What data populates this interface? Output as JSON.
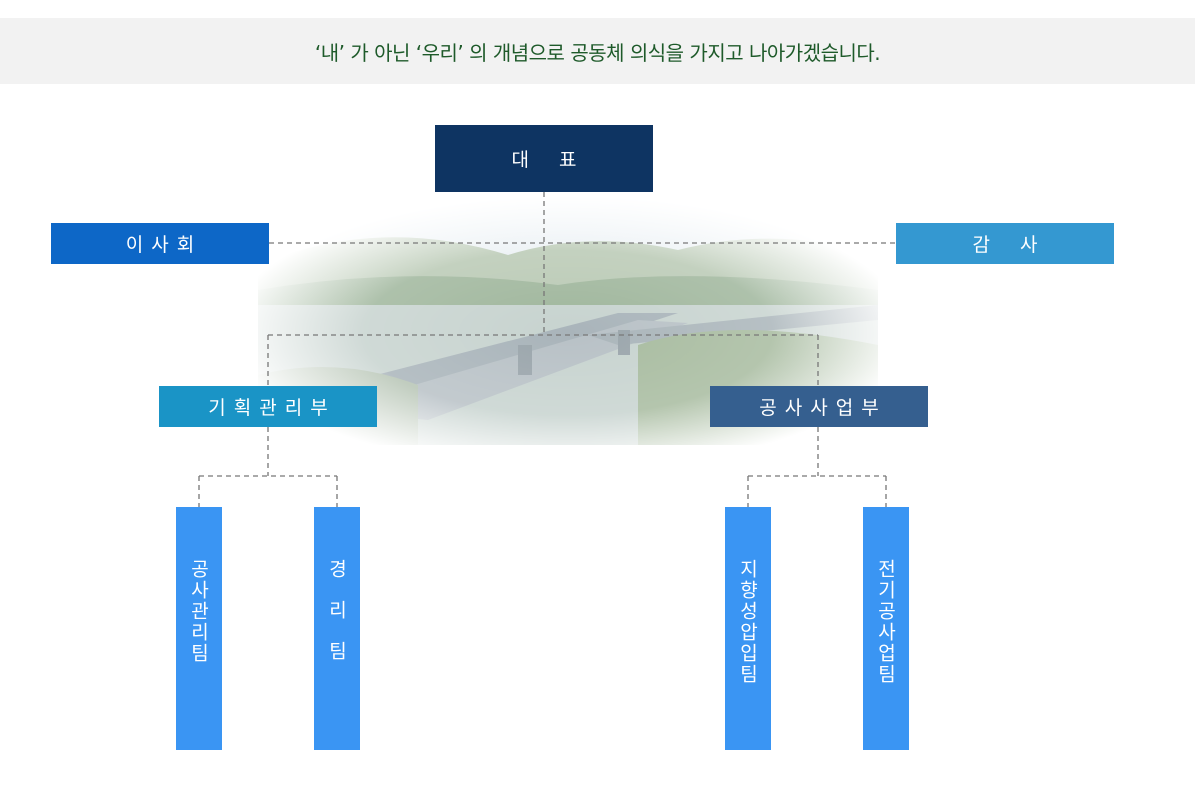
{
  "banner": {
    "text": "‘내’ 가 아닌 ‘우리’ 의 개념으로 공동체 의식을 가지고 나아가겠습니다."
  },
  "org": {
    "ceo": "대표",
    "board": "이사회",
    "audit": "감사",
    "planning_dept": "기획관리부",
    "construction_dept": "공사사업부",
    "teams": [
      "공사관리팀",
      "경리팀",
      "지향성압입팀",
      "전기공사업팀"
    ]
  },
  "colors": {
    "banner_text": "#1e5a2a",
    "ceo": "#0e3462",
    "board": "#0d67c7",
    "audit": "#3498d1",
    "planning_dept": "#1a94c6",
    "construction_dept": "#355f8f",
    "team": "#3a95f3",
    "connector": "#777777"
  }
}
